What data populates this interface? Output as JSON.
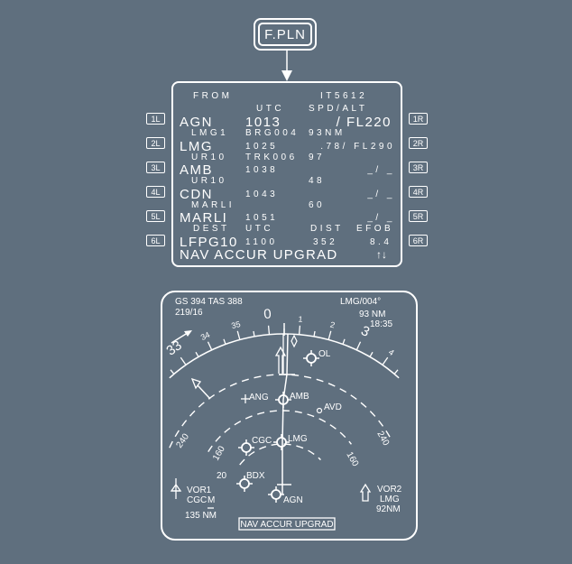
{
  "fpln_key": {
    "label": "F.PLN"
  },
  "mcdu": {
    "header_left": "FROM",
    "header_right": "IT5612",
    "col_utc": "UTC",
    "col_spdalt": "SPD/ALT",
    "lsk_left": [
      "1L",
      "2L",
      "3L",
      "4L",
      "5L",
      "6L"
    ],
    "lsk_right": [
      "1R",
      "2R",
      "3R",
      "4R",
      "5R",
      "6R"
    ],
    "rows": [
      {
        "wpt": "AGN",
        "utc": "1013",
        "spdalt": "/ FL220"
      },
      {
        "leg": "LMG1",
        "brg": "BRG004",
        "dist": "93NM"
      },
      {
        "wpt": "LMG",
        "utc": "1025",
        "spdalt": ".78/ FL290"
      },
      {
        "leg": "UR10",
        "brg": "TRK006",
        "dist": "97"
      },
      {
        "wpt": "AMB",
        "utc": "1038",
        "spdalt": "_/ _"
      },
      {
        "leg": "UR10",
        "brg": "",
        "dist": "48"
      },
      {
        "wpt": "CDN",
        "utc": "1043",
        "spdalt": "_/ _"
      },
      {
        "leg": "MARLI",
        "brg": "",
        "dist": "60"
      },
      {
        "wpt": "MARLI",
        "utc": "1051",
        "spdalt": "_/ _"
      }
    ],
    "dest_labels": {
      "dest": "DEST",
      "utc": "UTC",
      "dist": "DIST",
      "efob": "EFOB"
    },
    "dest": {
      "wpt": "LFPG10",
      "utc": "1100",
      "dist": "352",
      "efob": "8.4"
    },
    "scratchpad": "NAV ACCUR UPGRAD",
    "scroll_arrows": "↑↓"
  },
  "nd": {
    "gs_tas": "GS 394 TAS 388",
    "wind": "219/16",
    "next_wpt": "LMG/004°",
    "next_dist": "93 NM",
    "eta": "18:35",
    "heading_labels": [
      "33",
      "34",
      "35",
      "0",
      "1",
      "2",
      "3",
      "4"
    ],
    "range_outer": "240",
    "range_mid": "160",
    "range_inner": "20",
    "waypoints": [
      "OL",
      "AMB",
      "ANG",
      "AVD",
      "LMG",
      "CGC",
      "BDX",
      "AGN"
    ],
    "vor1": {
      "label": "VOR1",
      "ident": "CGC",
      "mode": "M",
      "dist": "135 NM"
    },
    "vor2": {
      "label": "VOR2",
      "ident": "LMG",
      "dist": "92NM"
    },
    "message": "NAV ACCUR UPGRAD"
  }
}
